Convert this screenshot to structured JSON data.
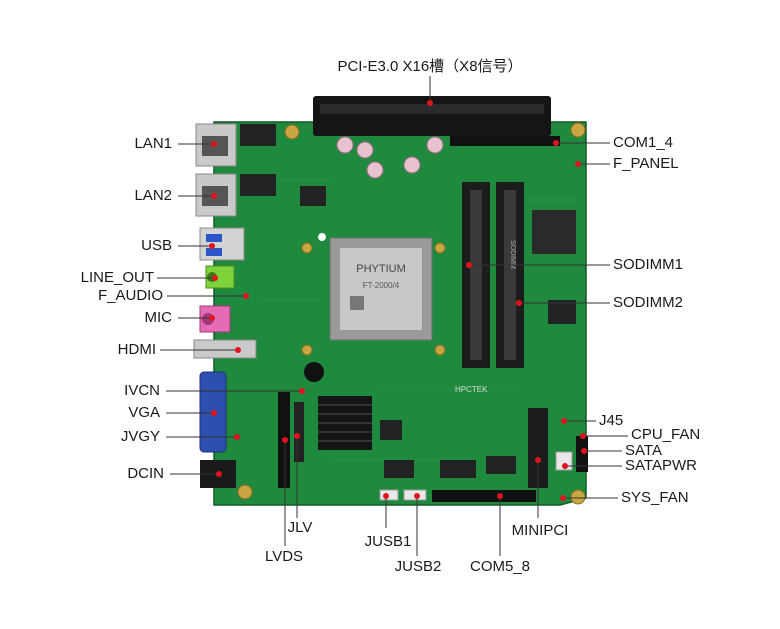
{
  "board": {
    "cpu_brand": "PHYTIUM",
    "cpu_model": "FT-2000/4",
    "maker_mark": "HPCTEK",
    "sodimm_mark": "SODIMM"
  },
  "labels": {
    "top": "PCI-E3.0 X16槽（X8信号）",
    "left": [
      "LAN1",
      "LAN2",
      "USB",
      "LINE_OUT",
      "F_AUDIO",
      "MIC",
      "HDMI",
      "IVCN",
      "VGA",
      "JVGY",
      "DCIN"
    ],
    "right": [
      "COM1_4",
      "F_PANEL",
      "SODIMM1",
      "SODIMM2",
      "J45",
      "CPU_FAN",
      "SATA",
      "SATAPWR",
      "SYS_FAN"
    ],
    "bottom": [
      "JLV",
      "LVDS",
      "JUSB1",
      "JUSB2",
      "COM5_8",
      "MINIPCI"
    ]
  },
  "colors": {
    "pcb": "#1f8a3e",
    "pcb_dark": "#176b30",
    "leader": "#333333",
    "dot": "#e0141e",
    "text": "#1a1a1a"
  }
}
